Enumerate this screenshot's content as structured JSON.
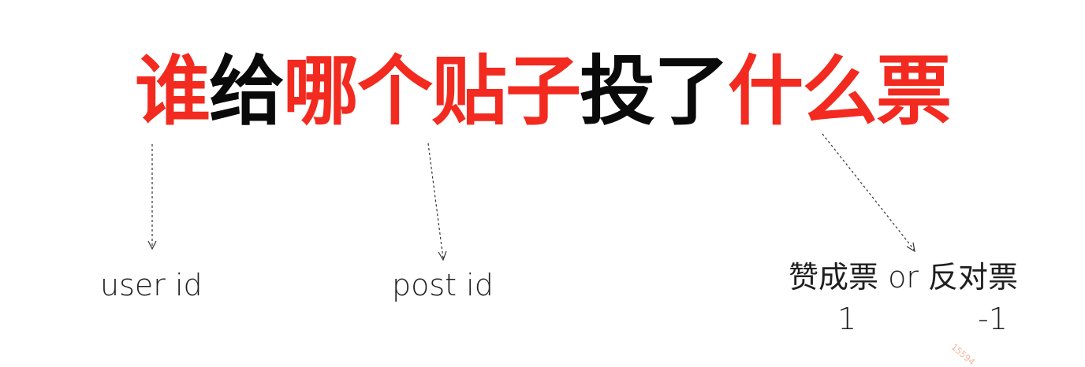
{
  "title": {
    "segments": [
      {
        "text": "谁",
        "color": "#f22a1f"
      },
      {
        "text": "给",
        "color": "#0a0a0a"
      },
      {
        "text": "哪个贴子",
        "color": "#f22a1f"
      },
      {
        "text": "投了",
        "color": "#0a0a0a"
      },
      {
        "text": "什么票",
        "color": "#f22a1f"
      }
    ]
  },
  "labels": {
    "user_id": "user id",
    "post_id": "post id",
    "vote_type": "赞成票 or 反对票",
    "upvote_value": "1",
    "downvote_value": "-1"
  },
  "watermark": "15594"
}
